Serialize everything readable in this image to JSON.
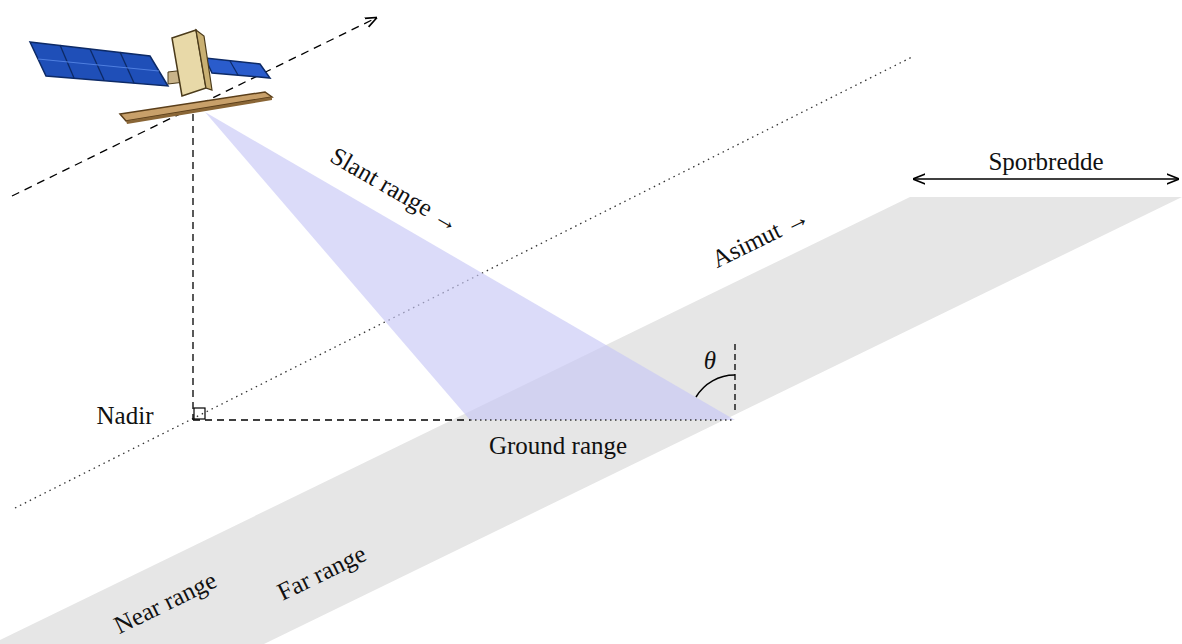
{
  "diagram": {
    "labels": [
      "Slant range →",
      "Sporbredde",
      "Asimut →",
      "θ",
      "Nadir",
      "Ground range",
      "Near range",
      "Far range"
    ]
  }
}
